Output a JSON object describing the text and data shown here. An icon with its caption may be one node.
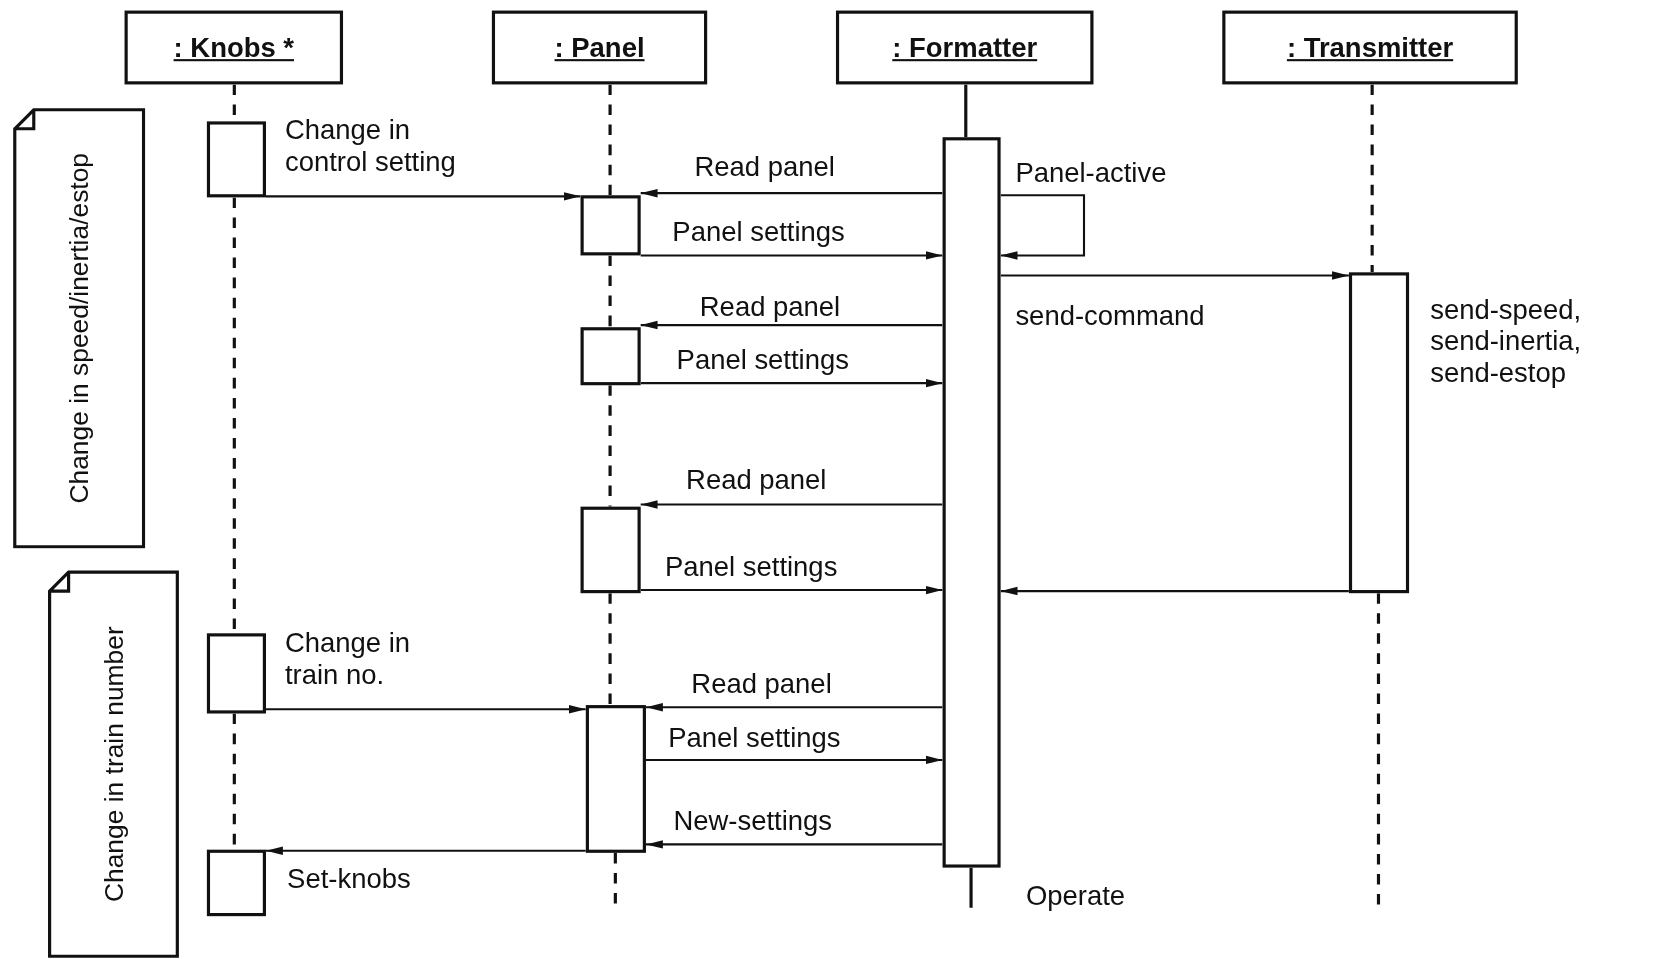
{
  "diagram": {
    "nodes": [
      {
        "text": [
          ": Knobs *"
        ]
      },
      {
        "text": [
          ": Panel"
        ]
      },
      {
        "text": [
          ": Formatter"
        ]
      },
      {
        "text": [
          ": Transmitter"
        ]
      },
      {
        "text": [
          "Change in speed/inertia/estop"
        ]
      },
      {
        "text": [],
        "shape": "bar"
      },
      {
        "text": [],
        "shape": "bar",
        "beside": [
          "Operate"
        ]
      },
      {
        "text": [],
        "shape": "bar"
      },
      {
        "text": [],
        "shape": "bar",
        "beside": [
          "send-speed, send-inertia, send-estop"
        ]
      },
      {
        "text": [],
        "shape": "bar"
      },
      {
        "text": [],
        "shape": "bar"
      },
      {
        "text": [
          "Change in train number"
        ]
      },
      {
        "text": [],
        "shape": "bar"
      },
      {
        "text": [],
        "shape": "bar"
      },
      {
        "text": [],
        "shape": "bar"
      }
    ],
    "edges": [
      {
        "from": 5,
        "to": 7,
        "arrow": "to",
        "label": "Change in control setting"
      },
      {
        "from": 6,
        "to": 7,
        "arrow": "to",
        "label": "Read panel"
      },
      {
        "from": 7,
        "to": 6,
        "arrow": "to",
        "label": "Panel settings"
      },
      {
        "from": 6,
        "to": 6,
        "arrow": "to",
        "label": "Panel-active"
      },
      {
        "from": 6,
        "to": 8,
        "arrow": "to",
        "label": "send-command"
      },
      {
        "from": 6,
        "to": 9,
        "arrow": "to",
        "label": "Read panel"
      },
      {
        "from": 9,
        "to": 6,
        "arrow": "to",
        "label": "Panel settings"
      },
      {
        "from": 6,
        "to": 10,
        "arrow": "to",
        "label": "Read panel"
      },
      {
        "from": 10,
        "to": 6,
        "arrow": "to",
        "label": "Panel settings"
      },
      {
        "from": 8,
        "to": 6,
        "arrow": "to"
      },
      {
        "from": 12,
        "to": 13,
        "arrow": "to",
        "label": "Change in train no."
      },
      {
        "from": 6,
        "to": 13,
        "arrow": "to",
        "label": "Read panel"
      },
      {
        "from": 13,
        "to": 6,
        "arrow": "to",
        "label": "Panel settings"
      },
      {
        "from": 6,
        "to": 13,
        "arrow": "to",
        "label": "New-settings"
      },
      {
        "from": 13,
        "to": 14,
        "arrow": "to",
        "label": "Set-knobs"
      },
      {
        "from": 0,
        "to": 5,
        "arrow": "none",
        "style": "dashed"
      },
      {
        "from": 5,
        "to": 12,
        "arrow": "none",
        "style": "dashed"
      },
      {
        "from": 12,
        "to": 14,
        "arrow": "none",
        "style": "dashed"
      },
      {
        "from": 1,
        "to": 7,
        "arrow": "none",
        "style": "dashed"
      },
      {
        "from": 7,
        "to": 9,
        "arrow": "none",
        "style": "dashed"
      },
      {
        "from": 9,
        "to": 10,
        "arrow": "none",
        "style": "dashed"
      },
      {
        "from": 10,
        "to": 13,
        "arrow": "none",
        "style": "dashed"
      },
      {
        "from": 13,
        "to": null,
        "arrow": "none",
        "style": "dashed"
      },
      {
        "from": 2,
        "to": 6,
        "arrow": "none"
      },
      {
        "from": 6,
        "to": null,
        "arrow": "none"
      },
      {
        "from": 3,
        "to": 8,
        "arrow": "none",
        "style": "dashed"
      },
      {
        "from": 8,
        "to": null,
        "arrow": "none",
        "style": "dashed"
      }
    ]
  }
}
